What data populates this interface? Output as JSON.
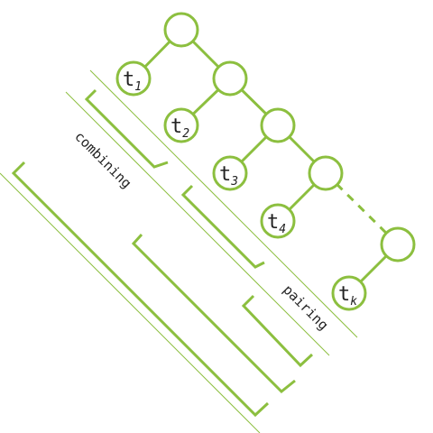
{
  "diagram": {
    "labels": {
      "combining": "combining",
      "pairing": "pairing"
    },
    "leaves": [
      {
        "base": "t",
        "sub": "1"
      },
      {
        "base": "t",
        "sub": "2"
      },
      {
        "base": "t",
        "sub": "3"
      },
      {
        "base": "t",
        "sub": "4"
      },
      {
        "base": "t",
        "sub": "k"
      }
    ],
    "colors": {
      "stroke": "#8cbf3f",
      "text": "#222222",
      "background": "#ffffff"
    }
  }
}
